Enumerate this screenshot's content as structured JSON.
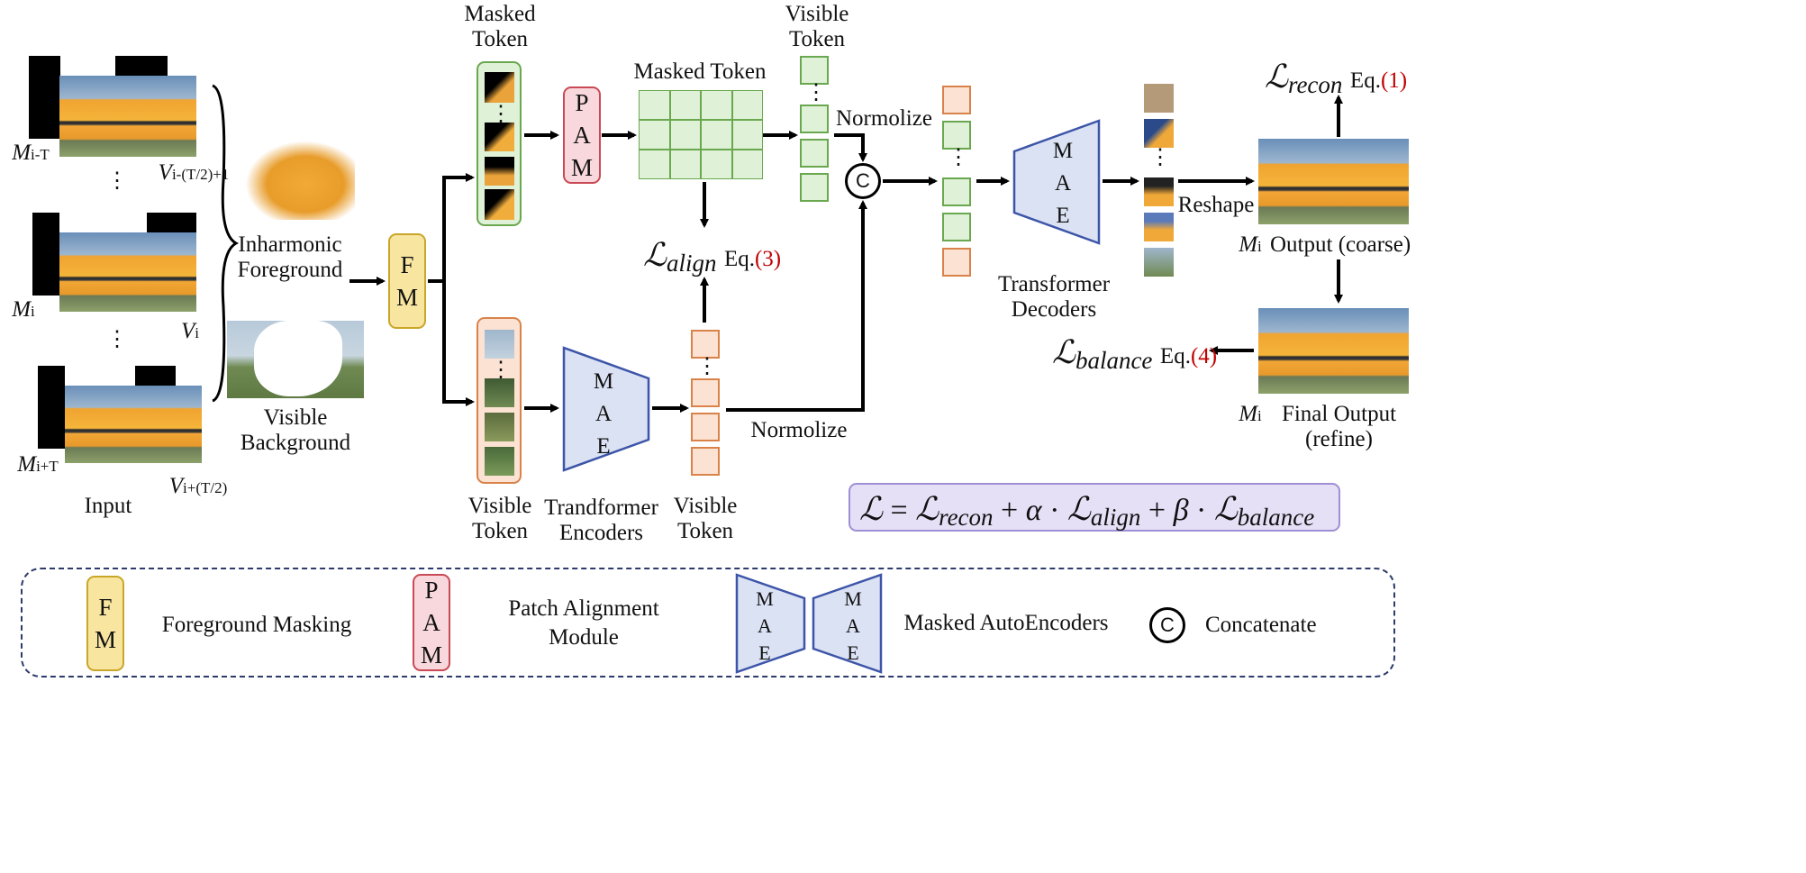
{
  "input": {
    "m_top": "i-T",
    "v_top": "i-(T/2)+1",
    "m_mid": "i",
    "v_mid": "i",
    "m_bot": "i+T",
    "v_bot": "i+(T/2)",
    "caption": "Input",
    "dots": "⋮"
  },
  "split": {
    "fg_line1": "Inharmonic",
    "fg_line2": "Foreground",
    "bg_line1": "Visible",
    "bg_line2": "Background"
  },
  "fm": {
    "l1": "F",
    "l2": "M"
  },
  "pam": {
    "l1": "P",
    "l2": "A",
    "l3": "M"
  },
  "mae": {
    "l1": "M",
    "l2": "A",
    "l3": "E"
  },
  "tokens": {
    "masked_line1": "Masked",
    "masked_line2": "Token",
    "visible_line1": "Visible",
    "visible_line2": "Token",
    "masked_grid_label": "Masked Token",
    "visible_top_line1": "Visible",
    "visible_top_line2": "Token",
    "visible_bottom_line1": "Visible",
    "visible_bottom_line2": "Token"
  },
  "encoders": {
    "line1": "Trandformer",
    "line2": "Encoders"
  },
  "decoders": {
    "line1": "Transformer",
    "line2": "Decoders"
  },
  "normalize_top": "Normolize",
  "normalize_bottom": "Normolize",
  "concat_symbol": "C",
  "reshape": "Reshape",
  "losses": {
    "L": "ℒ",
    "align_sub": "align",
    "align_eq": "Eq.",
    "align_num": "(3)",
    "recon_sub": "recon",
    "recon_eq": "Eq.",
    "recon_num": "(1)",
    "balance_sub": "balance",
    "balance_eq": "Eq.",
    "balance_num": "(4)"
  },
  "outputs": {
    "coarse_m": "i",
    "coarse_label": "Output (coarse)",
    "final_m": "i",
    "final_line1": "Final Output",
    "final_line2": "(refine)"
  },
  "formula": {
    "lhs": "ℒ",
    "eq": "=",
    "plus1": "+",
    "alpha": "α",
    "dot": "·",
    "plus2": "+",
    "beta": "β"
  },
  "legend": {
    "fm_text": "Foreground Masking",
    "pam_line1": "Patch Alignment",
    "pam_line2": "Module",
    "mae_text": "Masked AutoEncoders",
    "concat_text": "Concatenate"
  },
  "colors": {
    "fm_fill": "#f8e6a0",
    "pam_fill": "#f8d8dc",
    "mae_fill": "#dbe2f4",
    "masked_token_fill": "#dff1d6",
    "visible_token_fill": "#fbe2d2",
    "formula_fill": "#e6e0f7",
    "equation_ref": "#c00000"
  }
}
